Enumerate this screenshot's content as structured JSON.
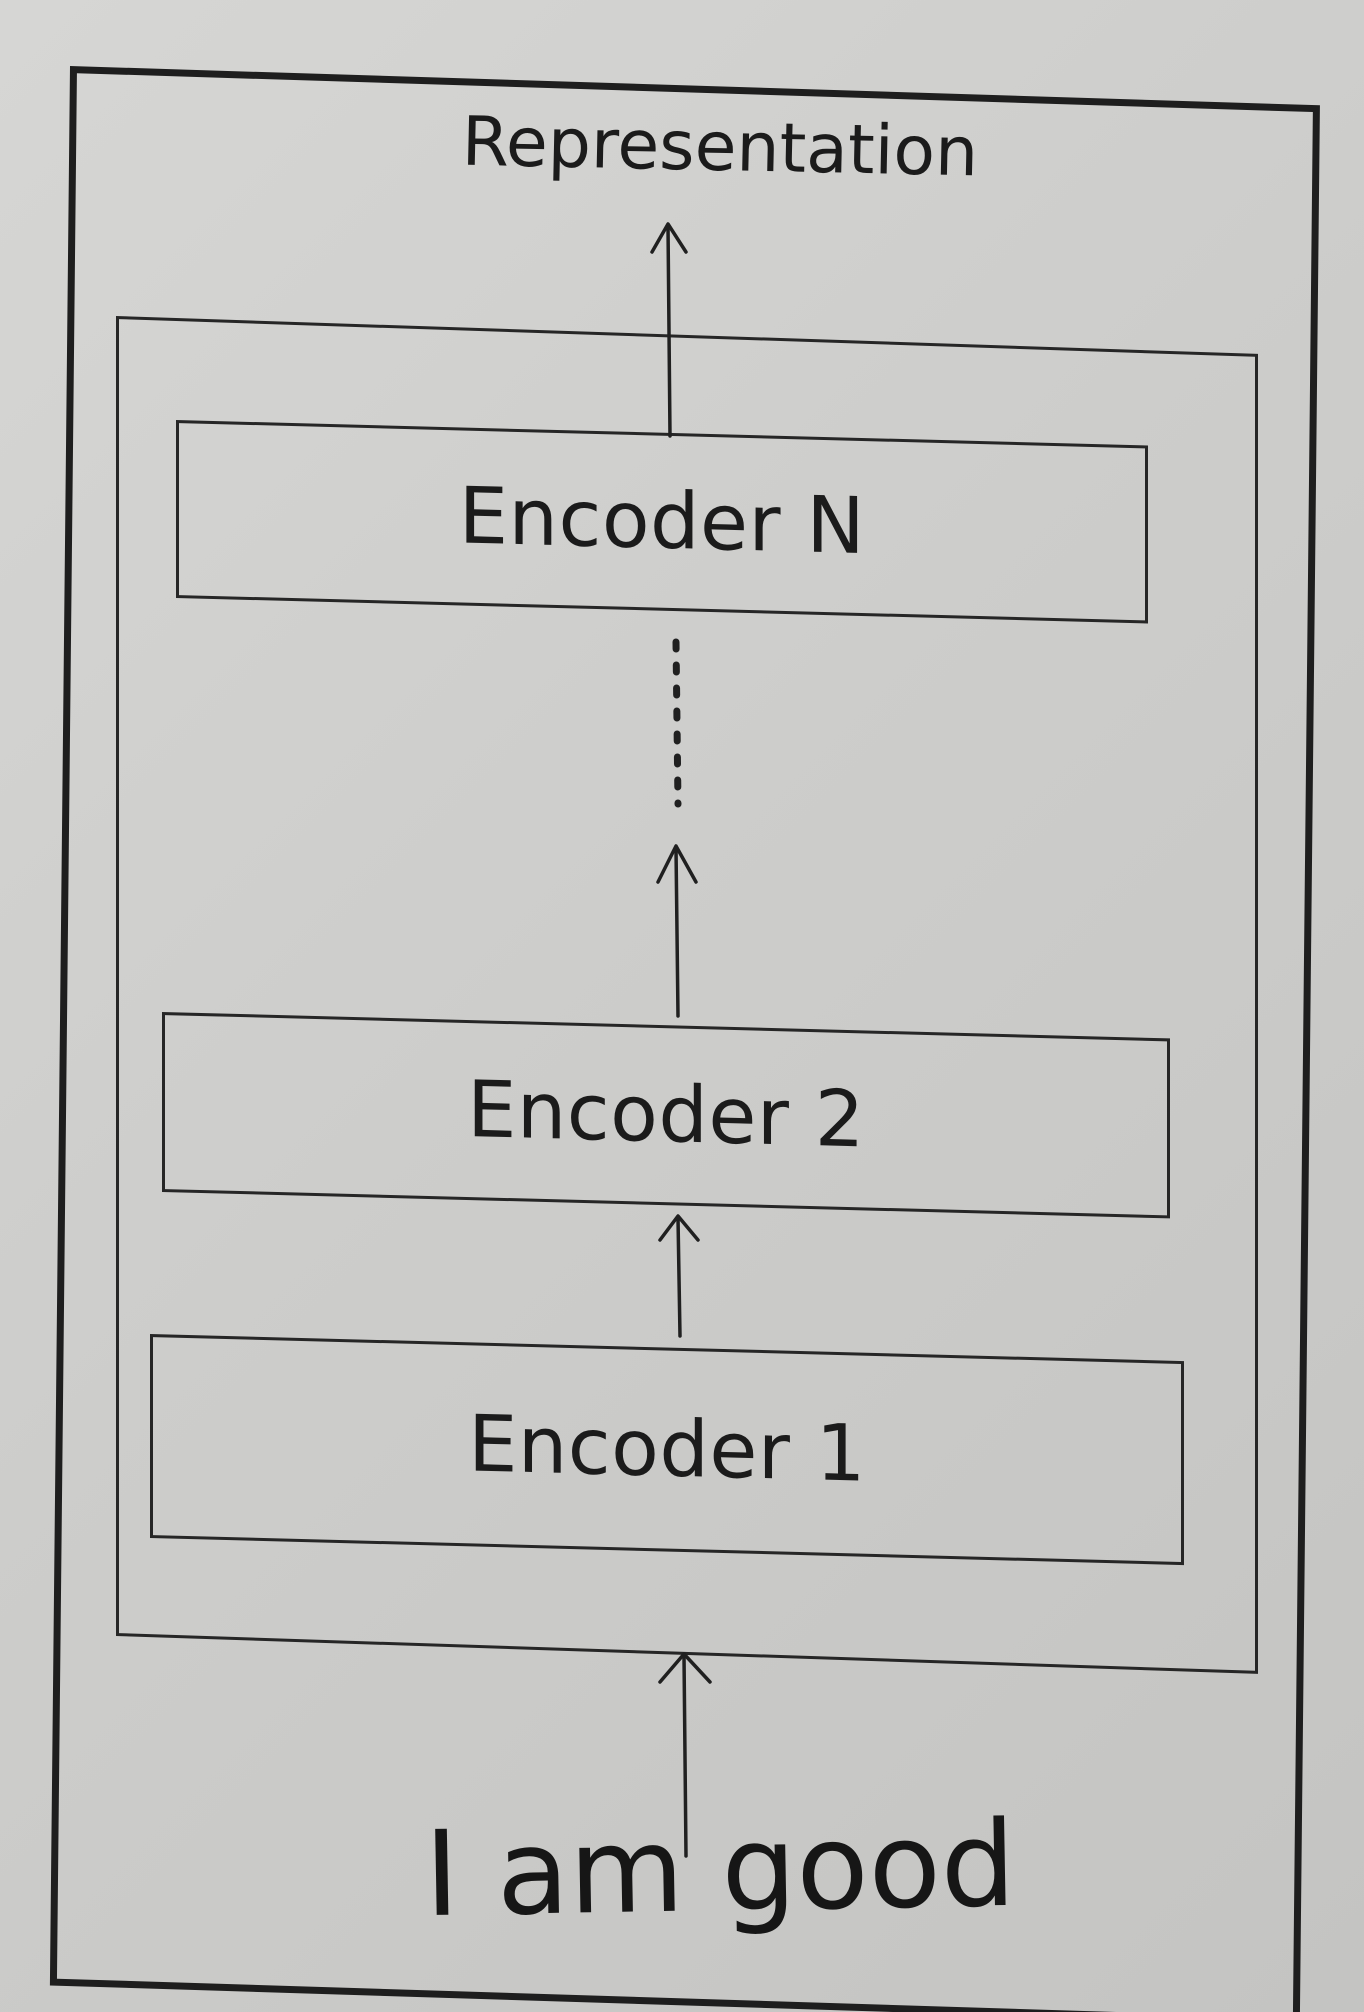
{
  "diagram": {
    "output_label": "Representation",
    "input_label": "I am good",
    "encoders": {
      "top": "Encoder N",
      "middle": "Encoder 2",
      "bottom": "Encoder 1"
    }
  }
}
